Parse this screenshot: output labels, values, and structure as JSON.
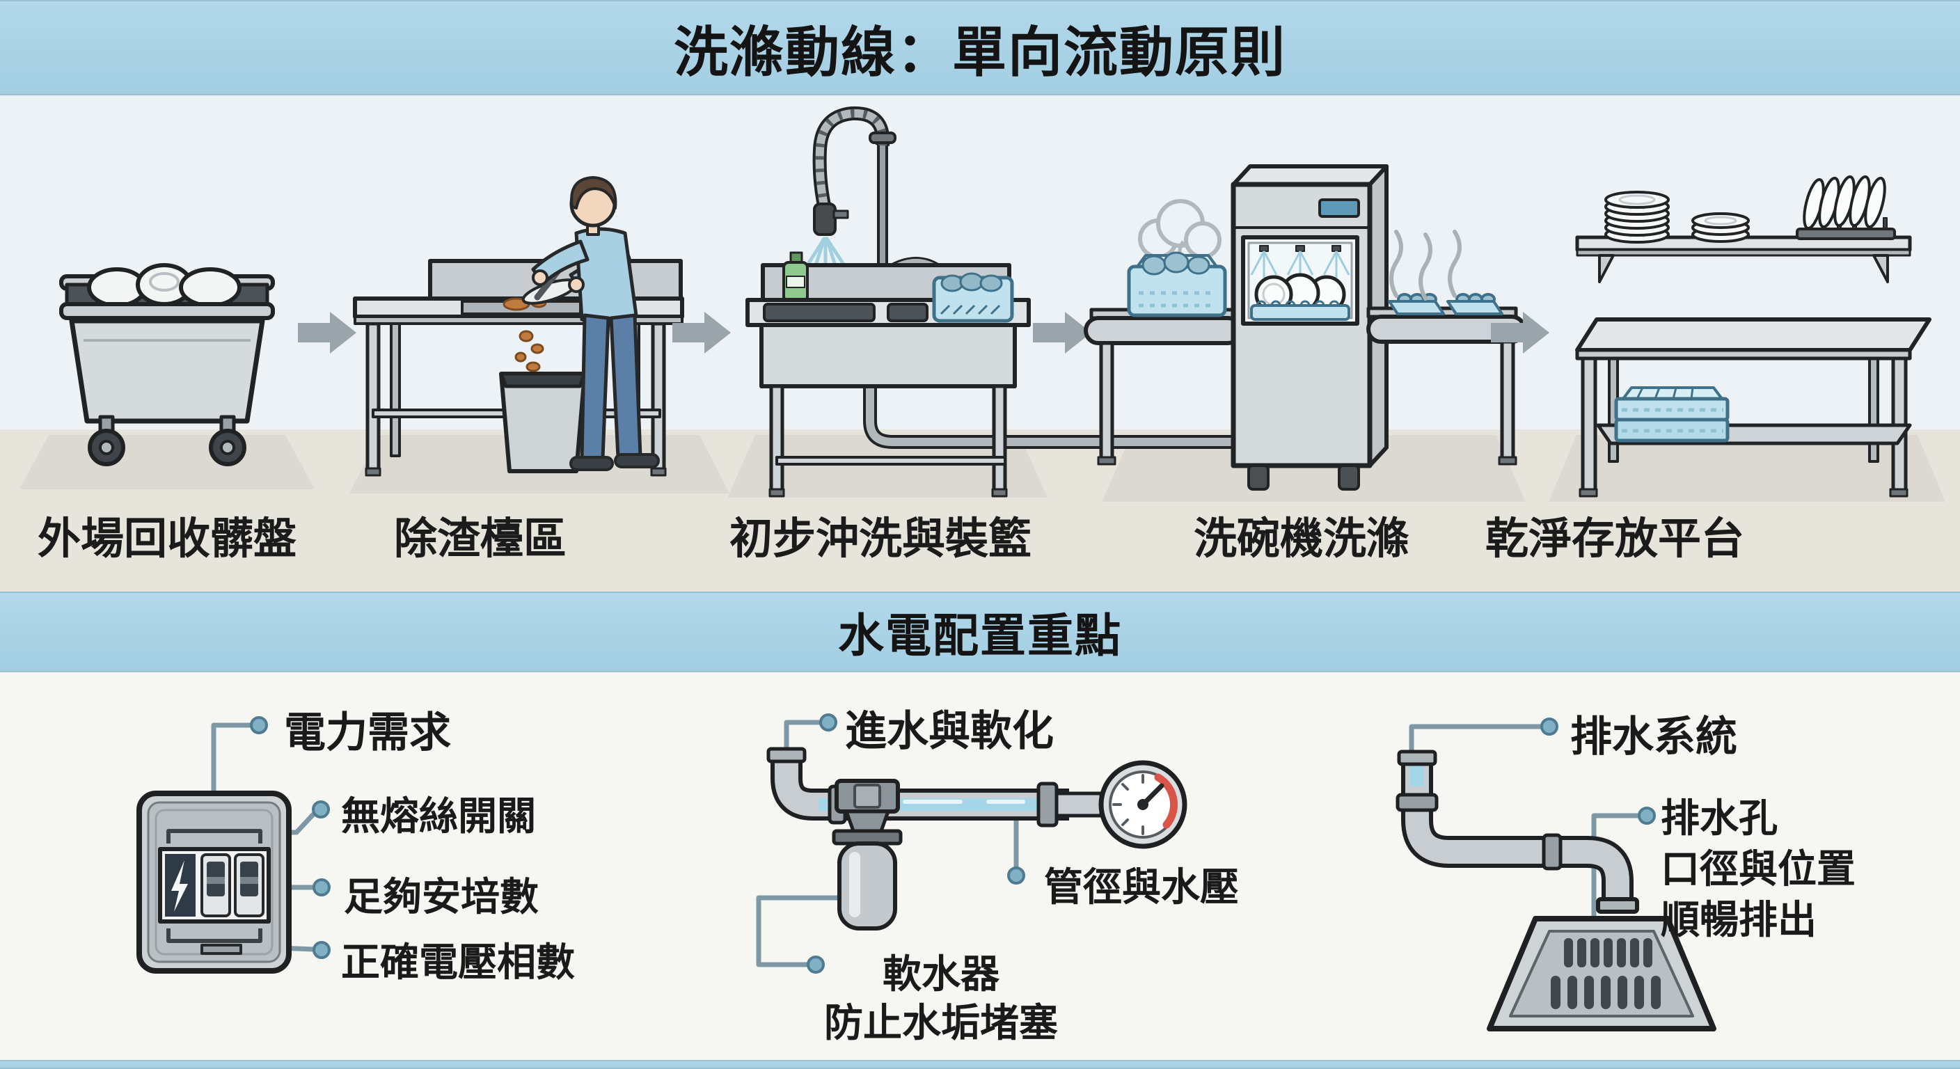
{
  "flow": {
    "title": "洗滌動線：單向流動原則",
    "steps": [
      {
        "id": "bus-cart",
        "label": "外場回收髒盤"
      },
      {
        "id": "scrap-station",
        "label": "除渣檯區"
      },
      {
        "id": "rinse-sink",
        "label": "初步沖洗與裝籃"
      },
      {
        "id": "dishwasher",
        "label": "洗碗機洗滌"
      },
      {
        "id": "clean-shelf",
        "label": "乾淨存放平台"
      }
    ]
  },
  "utilities": {
    "title": "水電配置重點",
    "power": {
      "title": "電力需求",
      "breaker_label": "無熔絲開關",
      "amperage_label": "足夠安培數",
      "voltage_label": "正確電壓相數"
    },
    "water_inlet": {
      "title": "進水與軟化",
      "pressure_label": "管徑與水壓",
      "softener_line1": "軟水器",
      "softener_line2": "防止水垢堵塞"
    },
    "drainage": {
      "title": "排水系統",
      "drain_line1": "排水孔",
      "drain_line2": "口徑與位置",
      "drain_line3": "順暢排出"
    }
  },
  "icons": {
    "flow_illustrations": [
      "bus-cart",
      "scrap-table-with-person",
      "pre-rinse-sink",
      "hood-dishwasher",
      "clean-storage-shelf"
    ],
    "utility_illustrations": [
      "breaker-panel",
      "inlet-pipe-softener-gauge",
      "drain-pipe-floor-grate"
    ],
    "connector": "right-arrow"
  },
  "colors": {
    "band_blue": "#a7d0e3",
    "wall": "#ecf2f6",
    "floor": "#e7e4dc",
    "text": "#1a1a1a",
    "outline": "#202224",
    "steel_grey": "#ced3d6",
    "arrow_grey": "#9aa4ab",
    "leader_teal": "#7fb0c4",
    "water_blue": "#a5d6e8",
    "rack_blue": "#bfe2ee",
    "gauge_red": "#d95548",
    "soap_green": "#8fc98f",
    "scrap_orange": "#c07b3e",
    "shirt_blue": "#a9cfe3",
    "jeans_blue": "#5b7fa6"
  }
}
